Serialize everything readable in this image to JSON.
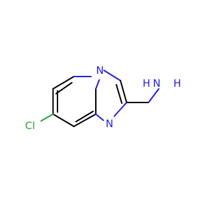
{
  "molecule": {
    "atoms": {
      "n_bridge": "N",
      "n_ring": "N",
      "nh2_n": "N",
      "nh2_h": "H",
      "nh2_h2": "H",
      "cl": "Cl"
    },
    "colors": {
      "carbon_bond": "#000000",
      "nitrogen": "#1f1fdf",
      "chlorine": "#2ea32e"
    }
  }
}
